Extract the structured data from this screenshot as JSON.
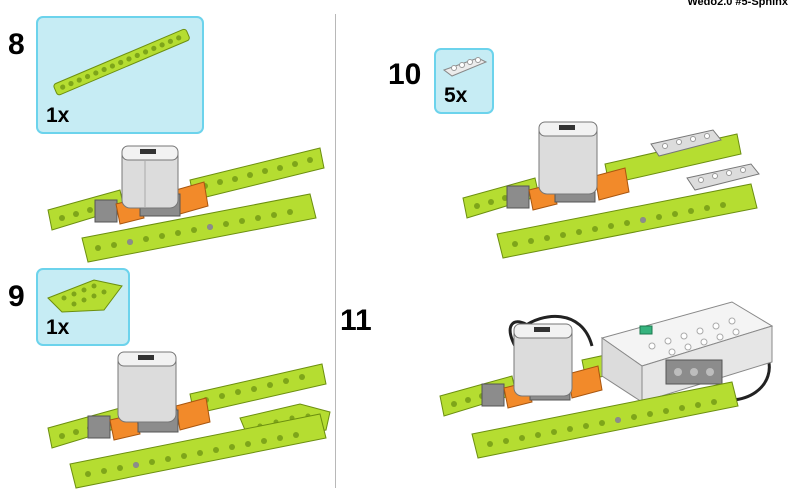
{
  "header": {
    "title": "Wedo2.0 #5-Sphinx"
  },
  "steps": [
    {
      "number": "8",
      "parts": [
        {
          "part": "lime-beam-15",
          "quantity": "1x"
        }
      ]
    },
    {
      "number": "9",
      "parts": [
        {
          "part": "lime-wedge-plate",
          "quantity": "1x"
        }
      ]
    },
    {
      "number": "10",
      "parts": [
        {
          "part": "light-gray-plate-1x4",
          "quantity": "5x"
        }
      ]
    },
    {
      "number": "11",
      "parts": []
    }
  ],
  "colors": {
    "lime": "#b5dd31",
    "lime_dark": "#8ab41c",
    "gray": "#8c8c8c",
    "light_gray": "#dcdcdc",
    "orange": "#f28a2a",
    "callout_fill": "#c6ecf4",
    "callout_border": "#6cd3ec"
  }
}
